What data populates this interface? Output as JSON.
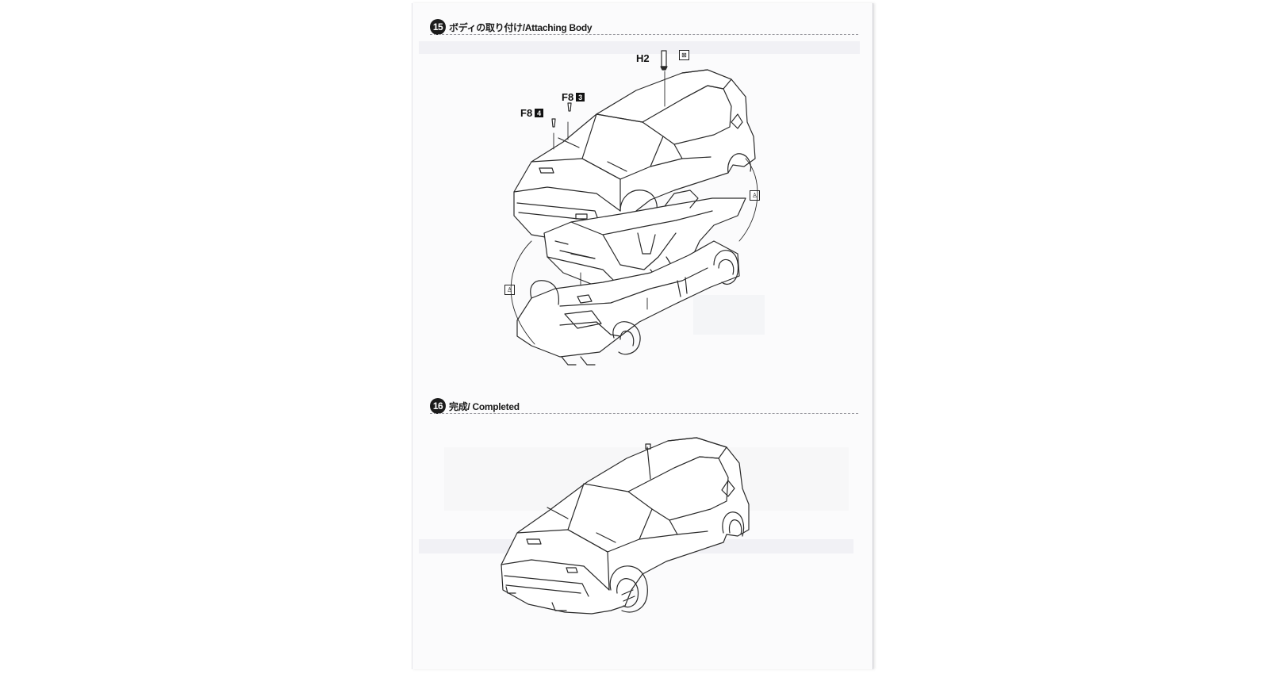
{
  "steps": [
    {
      "number": "15",
      "title": "ボディの取り付け/Attaching Body"
    },
    {
      "number": "16",
      "title": "完成/ Completed"
    }
  ],
  "part_labels": {
    "h2": {
      "code": "H2"
    },
    "f8_upper": {
      "code": "F8",
      "qty": "3"
    },
    "f8_lower": {
      "code": "F8",
      "qty": "4"
    }
  },
  "icons": {
    "glue": "glue-symbol-icon",
    "paint": "paint-symbol-icon"
  },
  "colors": {
    "line": "#2a2a2a",
    "badge": "#1b1b1b",
    "paper": "#fbfbfc"
  }
}
